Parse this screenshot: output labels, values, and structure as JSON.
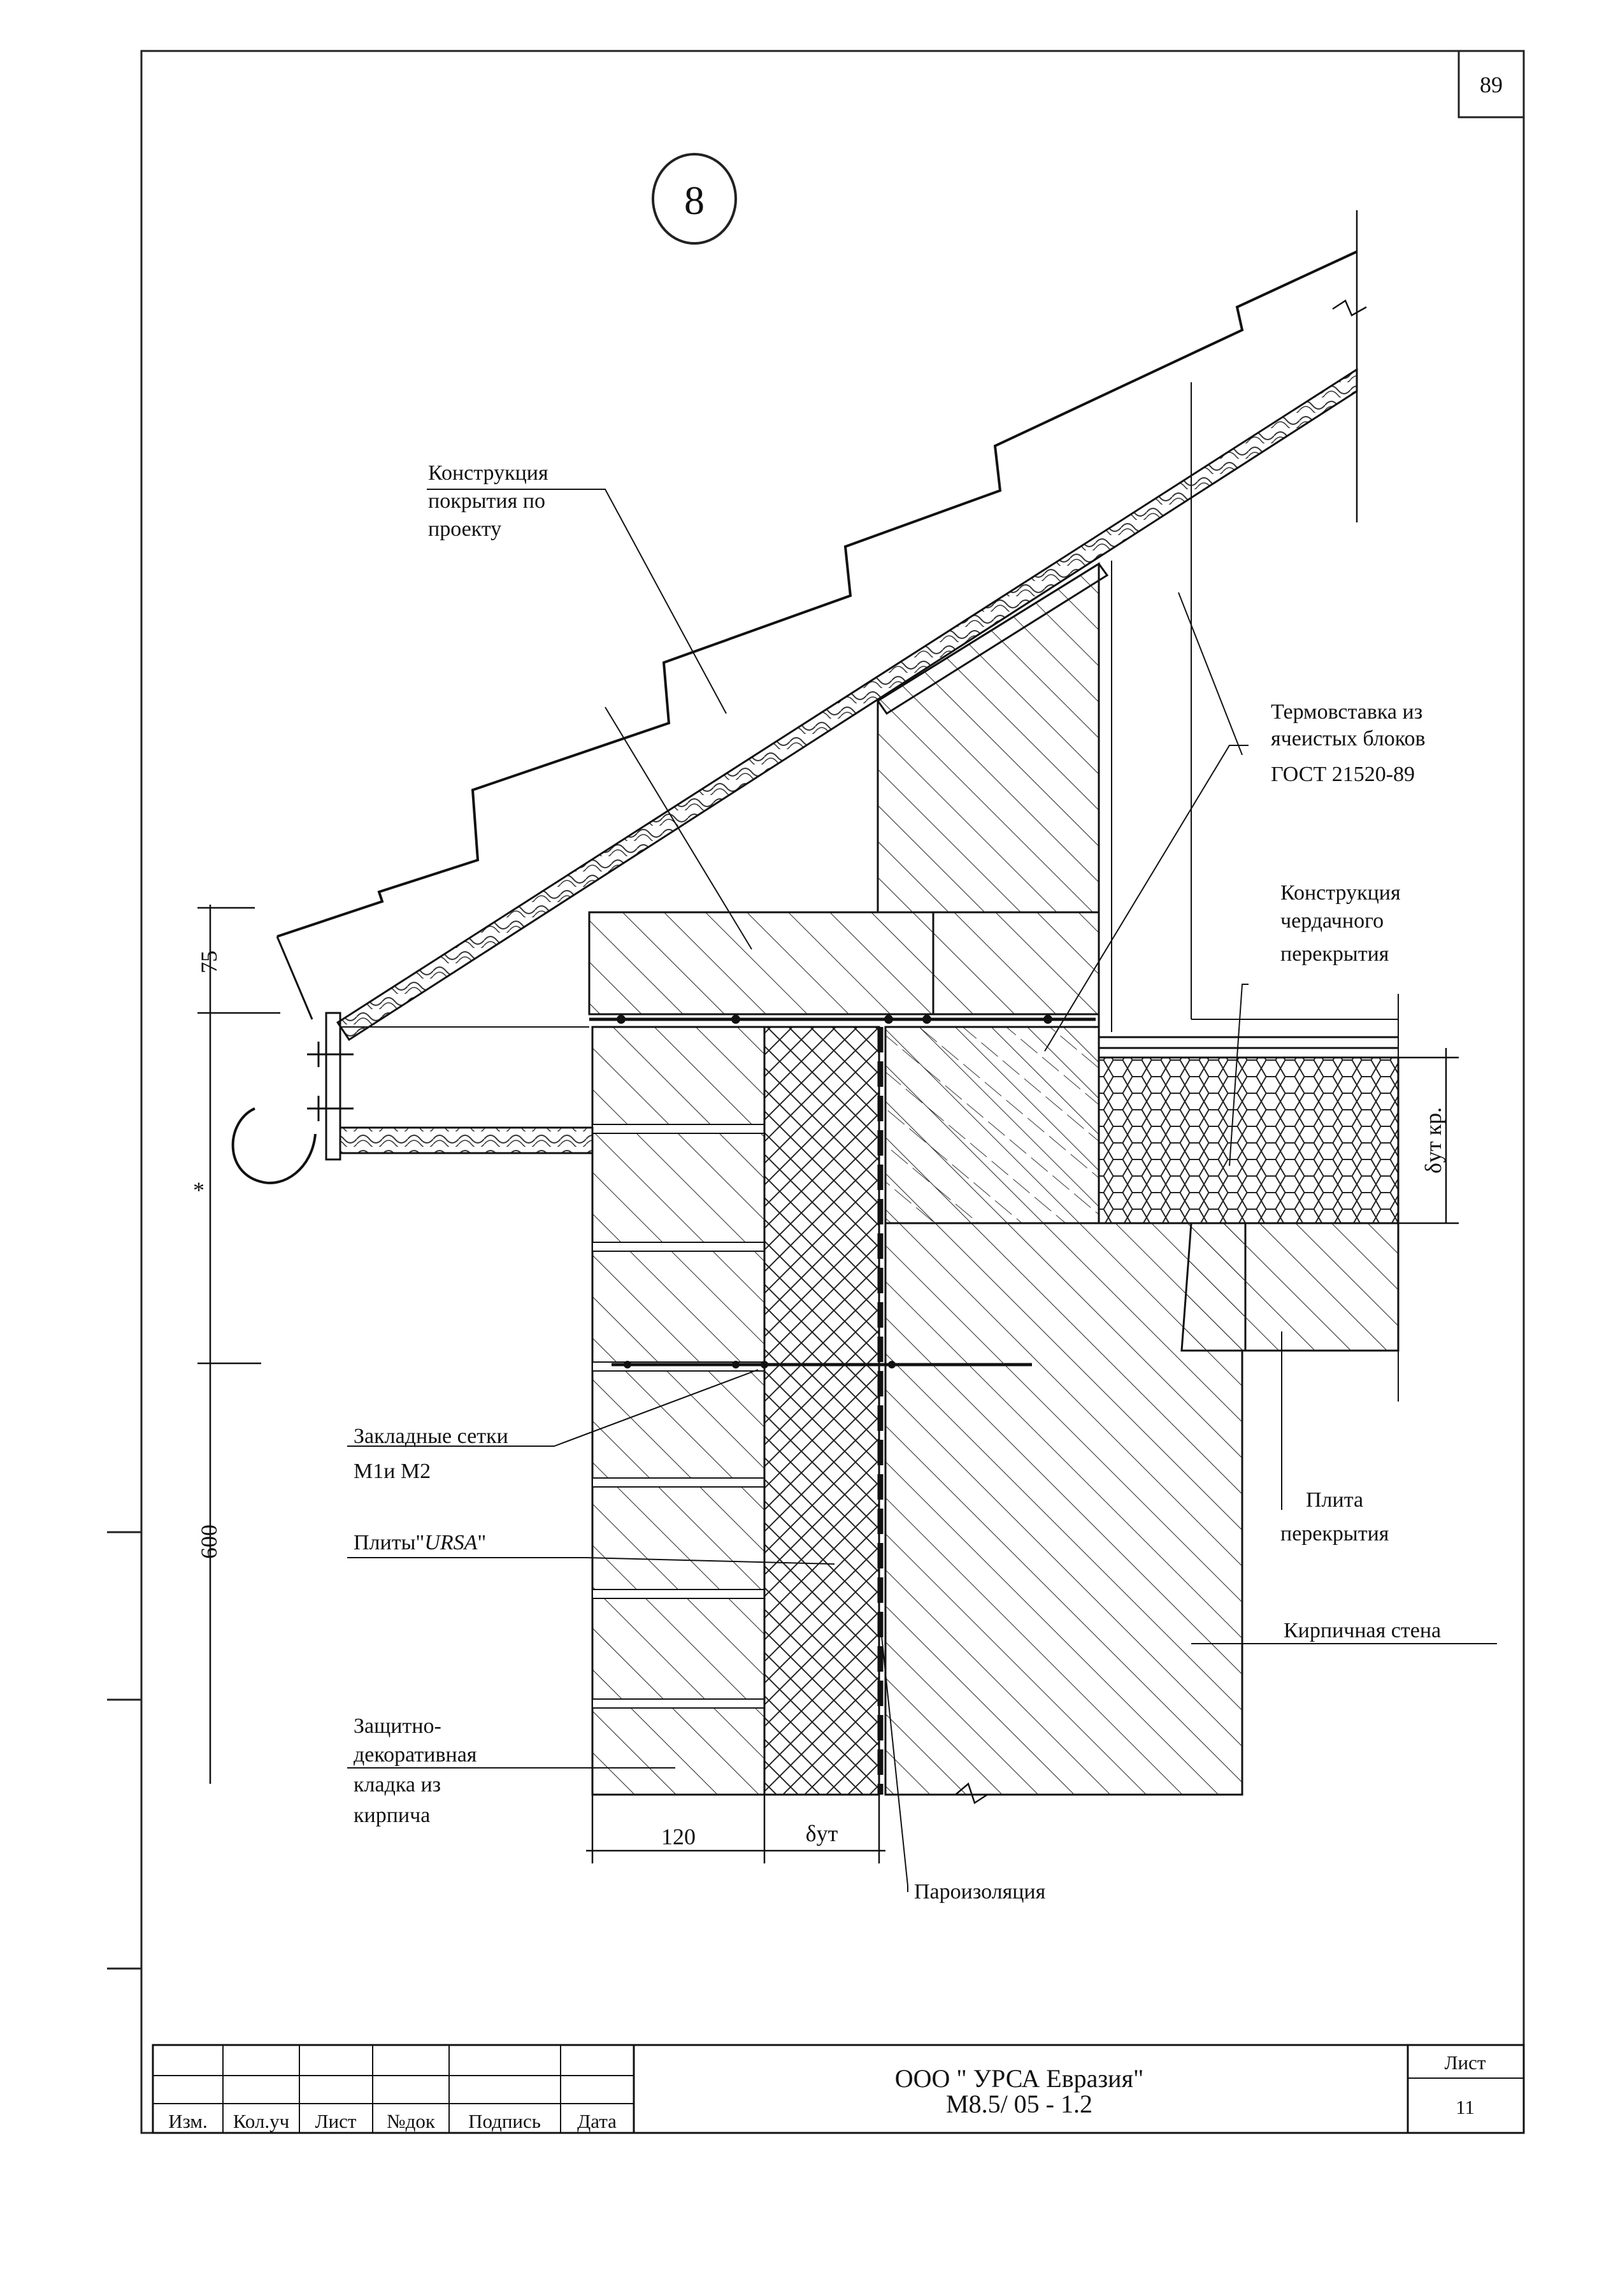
{
  "page_number": "89",
  "detail_number": "8",
  "labels": {
    "roof_line1": "Конструкция",
    "roof_line2": "покрытия по",
    "roof_line3": "проекту",
    "thermo_line1": "Термовставка из",
    "thermo_line2": "ячеистых блоков",
    "thermo_line3": "ГОСТ 21520-89",
    "attic_line1": "Конструкция",
    "attic_line2": "чердачного",
    "attic_line3": "перекрытия",
    "mesh_line1": "Закладные сетки",
    "mesh_line2": "М1и М2",
    "ursa_prefix": "Плиты\"",
    "ursa_name": "URSA",
    "ursa_suffix": "\"",
    "slab_line1": "Плита",
    "slab_line2": "перекрытия",
    "brickwall": "Кирпичная стена",
    "facing_line1": "Защитно-",
    "facing_line2": "декоративная",
    "facing_line3": "кладка из",
    "facing_line4": "кирпича",
    "vapor": "Пароизоляция"
  },
  "dimensions": {
    "d75": "75",
    "dstar": "*",
    "d600": "600",
    "d120": "120",
    "d_ut": "δут",
    "d_ut_kr": "δут кр."
  },
  "title_block": {
    "cols": [
      "Изм.",
      "Кол.уч",
      "Лист",
      "№док",
      "Подпись",
      "Дата"
    ],
    "company": "ООО \" УРСА Евразия\"",
    "code": "М8.5/ 05 - 1.2",
    "sheet_label": "Лист",
    "sheet_number": "11"
  }
}
